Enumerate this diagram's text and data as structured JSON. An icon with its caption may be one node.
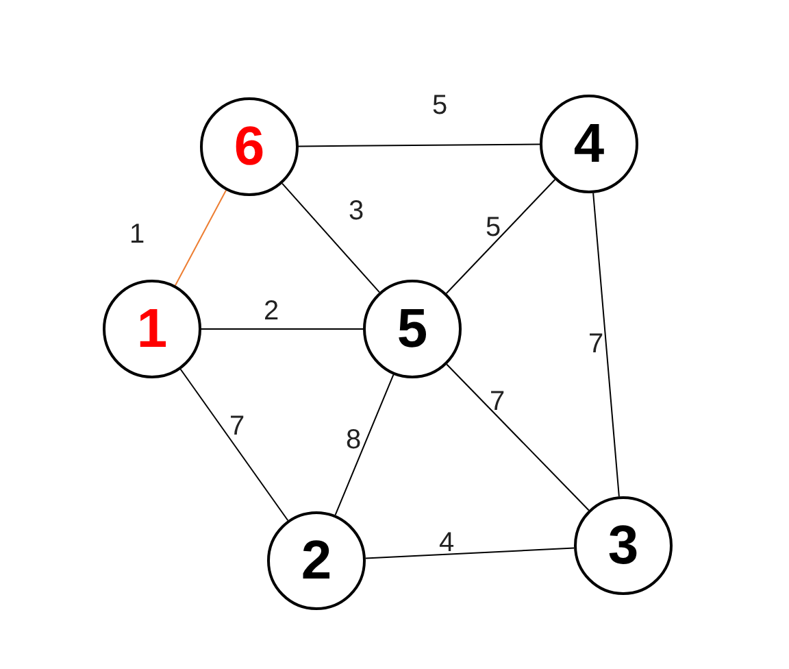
{
  "diagram": {
    "nodes": [
      {
        "text": [
          "6"
        ]
      },
      {
        "text": [
          "4"
        ]
      },
      {
        "text": [
          "1"
        ]
      },
      {
        "text": [
          "5"
        ]
      },
      {
        "text": [
          "2"
        ]
      },
      {
        "text": [
          "3"
        ]
      }
    ],
    "edges": [
      {
        "from": 0,
        "to": 1,
        "arrow": "none",
        "label": "5"
      },
      {
        "from": 0,
        "to": 2,
        "arrow": "none",
        "label": "1",
        "color": "#ed7d31"
      },
      {
        "from": 0,
        "to": 3,
        "arrow": "none",
        "label": "3"
      },
      {
        "from": 2,
        "to": 3,
        "arrow": "none",
        "label": "2"
      },
      {
        "from": 3,
        "to": 1,
        "arrow": "none",
        "label": "5"
      },
      {
        "from": 1,
        "to": 5,
        "arrow": "none",
        "label": "7"
      },
      {
        "from": 2,
        "to": 4,
        "arrow": "none",
        "label": "7"
      },
      {
        "from": 3,
        "to": 4,
        "arrow": "none",
        "label": "8"
      },
      {
        "from": 3,
        "to": 5,
        "arrow": "none",
        "label": "7"
      },
      {
        "from": 4,
        "to": 5,
        "arrow": "none",
        "label": "4"
      }
    ]
  }
}
